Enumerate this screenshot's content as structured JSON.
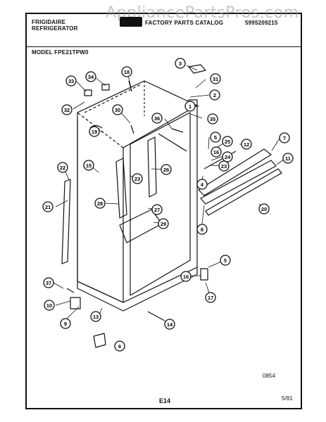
{
  "header": {
    "brand_line1": "FRIGIDAIRE",
    "brand_line2": "REFRIGERATOR",
    "catalog_title": "FACTORY PARTS CATALOG",
    "catalog_number": "5995209215",
    "model": "MODEL FPE21TPW0",
    "watermark": "AppliancePartsPros.com"
  },
  "footer": {
    "drawing_code": "0854",
    "page": "E14",
    "date": "5/91"
  },
  "callouts": [
    "1",
    "2",
    "3",
    "4",
    "5",
    "5",
    "6",
    "7",
    "8",
    "9",
    "10",
    "11",
    "12",
    "13",
    "14",
    "15",
    "16",
    "16",
    "17",
    "18",
    "19",
    "20",
    "21",
    "22",
    "23",
    "23",
    "24",
    "25",
    "26",
    "27",
    "28",
    "29",
    "30",
    "31",
    "32",
    "33",
    "34",
    "35",
    "36",
    "37"
  ]
}
